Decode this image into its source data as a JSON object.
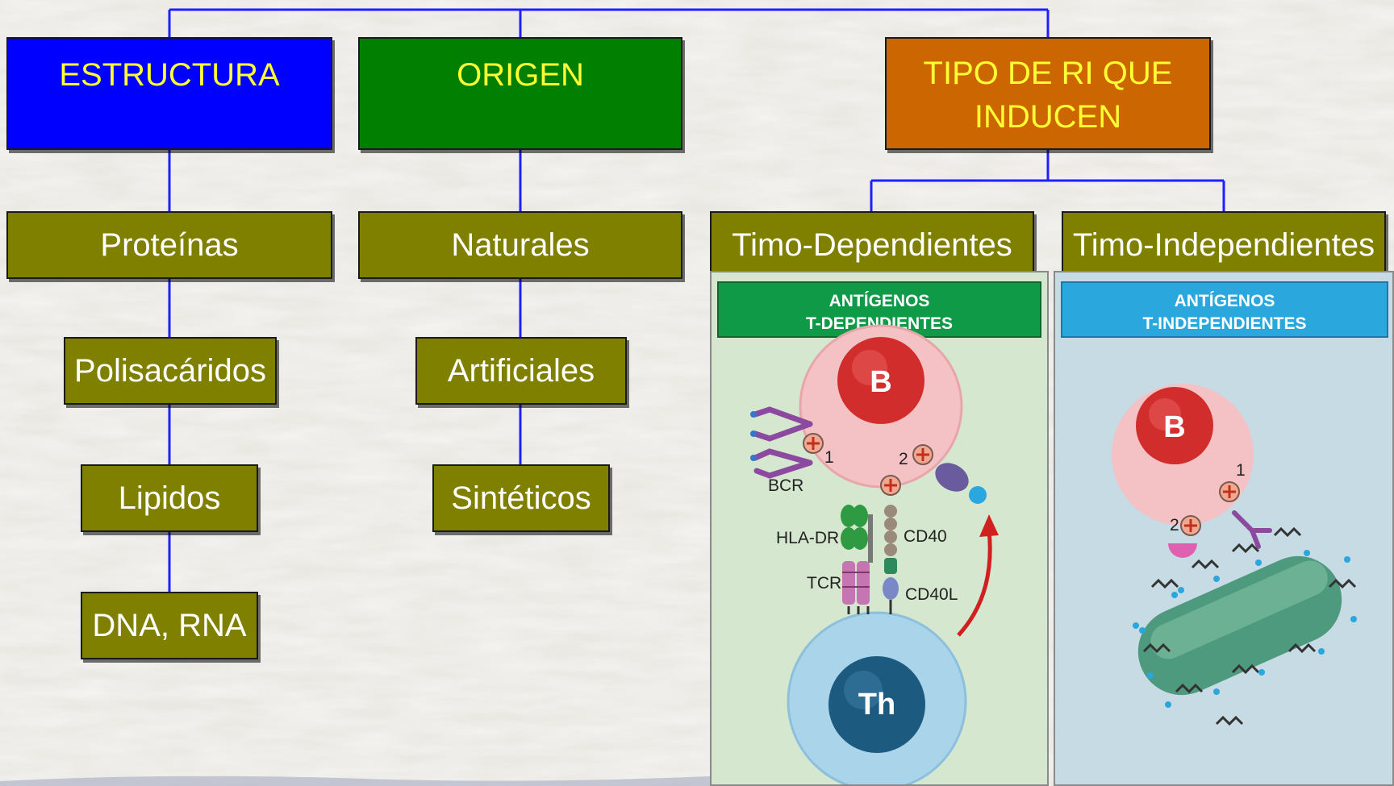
{
  "columns": {
    "estructura": {
      "header": "ESTRUCTURA",
      "header_color": "#0000ff",
      "items": [
        "Proteínas",
        "Polisacáridos",
        "Lipidos",
        "DNA, RNA"
      ]
    },
    "origen": {
      "header": "ORIGEN",
      "header_color": "#007f00",
      "items": [
        "Naturales",
        "Artificiales",
        "Sintéticos"
      ]
    },
    "tipo": {
      "header_line1": "TIPO DE RI QUE",
      "header_line2": "INDUCEN",
      "header_color": "#cc6600",
      "branches": [
        "Timo-Dependientes",
        "Timo-Independientes"
      ]
    }
  },
  "colors": {
    "connector": "#1f1fff",
    "item_box": "#7f7f00",
    "header_text": "#ffff33"
  },
  "panels": {
    "dependent": {
      "title_line1": "ANTÍGENOS",
      "title_line2": "T-DEPENDIENTES",
      "title_color": "#0f9a48",
      "background": "#d6e7cf",
      "cell_b": "B",
      "cell_th": "Th",
      "label_bcr": "BCR",
      "label_hla": "HLA-DR",
      "label_tcr": "TCR",
      "label_cd40": "CD40",
      "label_cd40l": "CD40L",
      "num_1": "1",
      "num_2": "2"
    },
    "independent": {
      "title_line1": "ANTÍGENOS",
      "title_line2": "T-INDEPENDIENTES",
      "title_color": "#2aa7dc",
      "background": "#c6dbe3",
      "cell_b": "B",
      "num_1": "1",
      "num_2": "2"
    }
  }
}
